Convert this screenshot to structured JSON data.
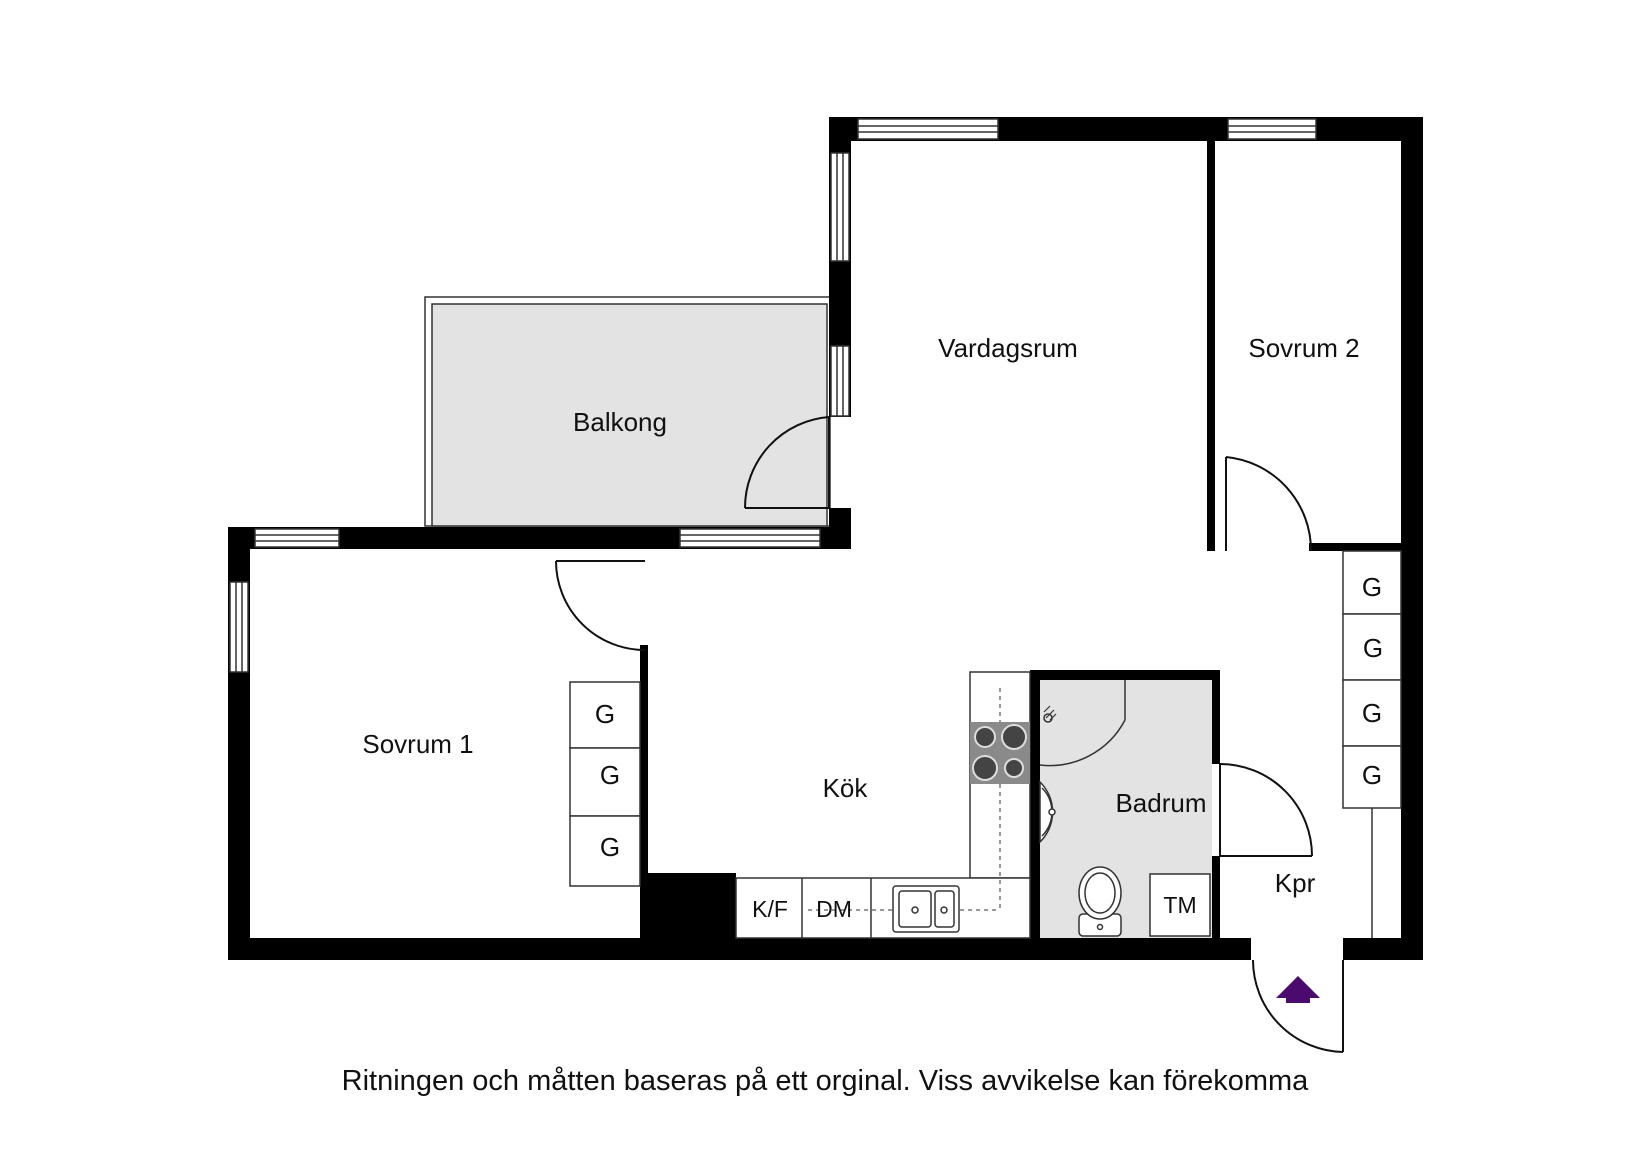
{
  "rooms": {
    "vardagsrum": "Vardagsrum",
    "sovrum2": "Sovrum 2",
    "balkong": "Balkong",
    "sovrum1": "Sovrum 1",
    "kok": "Kök",
    "badrum": "Badrum",
    "kpr": "Kpr"
  },
  "fixtures": {
    "closet": "G",
    "fridge_freezer": "K/F",
    "dishwasher": "DM",
    "washer": "TM"
  },
  "disclaimer": "Ritningen och måtten baseras på ett orginal. Viss avvikelse kan förekomma",
  "colors": {
    "wall": "#000000",
    "wet_floor": "#e3e3e3",
    "entrance_arrow": "#4b0a6e"
  },
  "icons": [
    "window-icon",
    "door-swing-icon",
    "stove-icon",
    "sink-icon",
    "toilet-icon",
    "washbasin-icon",
    "shower-icon",
    "entrance-arrow-icon"
  ]
}
